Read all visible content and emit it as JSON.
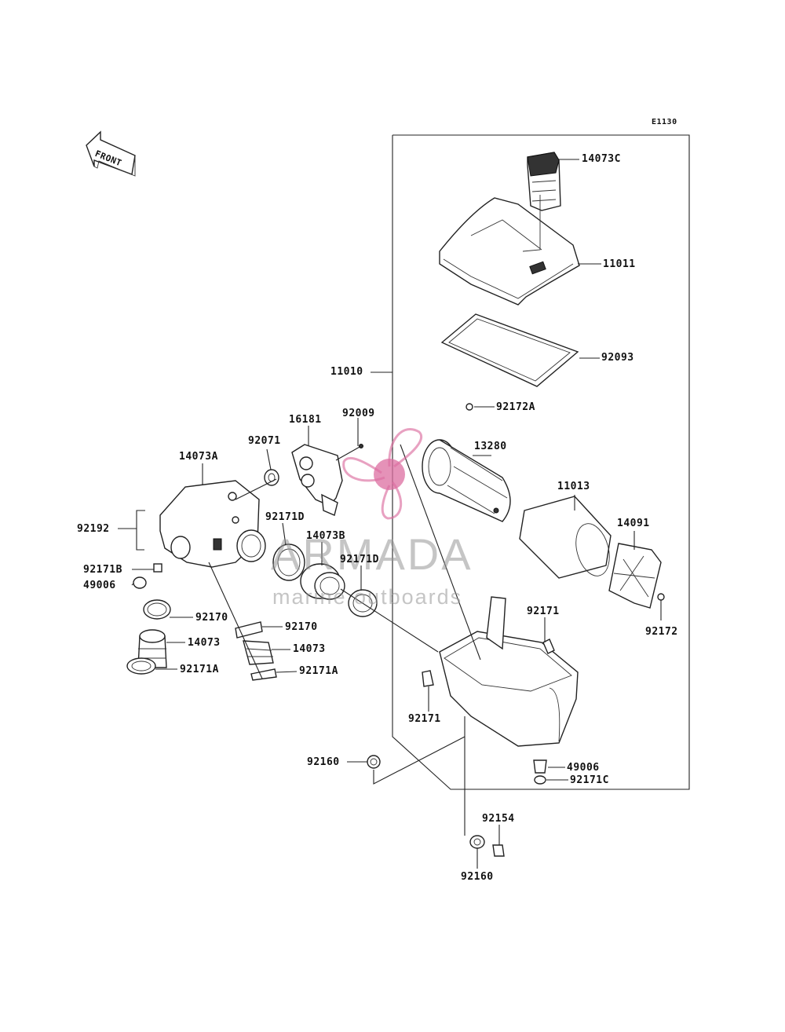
{
  "diagram": {
    "code": "E1130",
    "front_label": "FRONT",
    "watermark": {
      "title": "ARMADA",
      "subtitle": "marine outboards"
    },
    "parts": {
      "p14073C": "14073C",
      "p11011": "11011",
      "p92093": "92093",
      "p11010": "11010",
      "p92172A": "92172A",
      "p16181": "16181",
      "p92009": "92009",
      "p92071": "92071",
      "p13280": "13280",
      "p14073A": "14073A",
      "p11013": "11013",
      "p14091": "14091",
      "p92192": "92192",
      "p92171D_1": "92171D",
      "p14073B": "14073B",
      "p92171D_2": "92171D",
      "p92171B": "92171B",
      "p49006_1": "49006",
      "p92171_1": "92171",
      "p92172": "92172",
      "p92170_1": "92170",
      "p92170_2": "92170",
      "p14073_1": "14073",
      "p14073_2": "14073",
      "p92171A_1": "92171A",
      "p92171A_2": "92171A",
      "p92171_2": "92171",
      "p92160_1": "92160",
      "p49006_2": "49006",
      "p92171C": "92171C",
      "p92154": "92154",
      "p92160_2": "92160"
    }
  }
}
